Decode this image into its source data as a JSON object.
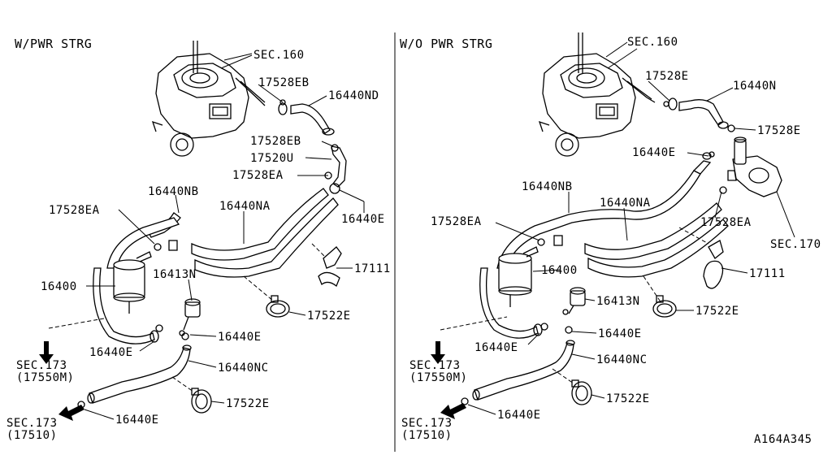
{
  "diagram_id": "A164A345",
  "panels": [
    {
      "header": "W/PWR STRG",
      "labels": {
        "sec160": "SEC.160",
        "p17528EB_a": "17528EB",
        "p16440ND": "16440ND",
        "p17528EB_b": "17528EB",
        "p17520U": "17520U",
        "p17528EA_a": "17528EA",
        "p16440E_a": "16440E",
        "p16440NB": "16440NB",
        "p16440NA": "16440NA",
        "p17528EA_b": "17528EA",
        "p17111": "17111",
        "p16400": "16400",
        "p16413N": "16413N",
        "p17522E_a": "17522E",
        "p16440E_b": "16440E",
        "p16440E_c": "16440E",
        "p16440NC": "16440NC",
        "sec173_a": "SEC.173",
        "sec173_a_ref": "(17550M)",
        "p17522E_b": "17522E",
        "p16440E_d": "16440E",
        "sec173_b": "SEC.173",
        "sec173_b_ref": "(17510)"
      }
    },
    {
      "header": "W/O PWR STRG",
      "labels": {
        "sec160": "SEC.160",
        "p17528E_a": "17528E",
        "p16440N": "16440N",
        "p17528E_b": "17528E",
        "p16440E_a": "16440E",
        "p16440NB": "16440NB",
        "p16440NA": "16440NA",
        "p17528EA": "17528EA",
        "p17528EA_r": "17528EA",
        "sec170": "SEC.170",
        "p16400": "16400",
        "p17111": "17111",
        "p16413N": "16413N",
        "p17522E_a": "17522E",
        "p16440E_b": "16440E",
        "p16440E_c": "16440E",
        "p16440NC": "16440NC",
        "sec173_a": "SEC.173",
        "sec173_a_ref": "(17550M)",
        "p17522E_b": "17522E",
        "p16440E_d": "16440E",
        "sec173_b": "SEC.173",
        "sec173_b_ref": "(17510)"
      }
    }
  ]
}
